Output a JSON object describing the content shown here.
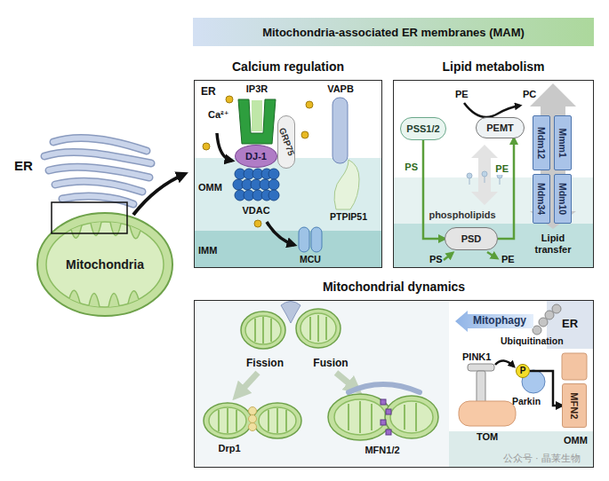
{
  "diagram": {
    "title": "Mitochondria-associated ER membranes (MAM)",
    "nodes": [
      {
        "text": [
          "Mitochondria"
        ]
      },
      {
        "text": [
          "Calcium regulation"
        ]
      },
      {
        "text": [
          "DJ-1"
        ],
        "in": 1
      },
      {
        "text": [
          "GRP75"
        ],
        "in": 1
      },
      {
        "text": [
          "Lipid metabolism"
        ]
      },
      {
        "text": [
          "PSS1/2"
        ],
        "in": 4
      },
      {
        "text": [
          "PEMT"
        ],
        "in": 4
      },
      {
        "text": [
          "PSD"
        ],
        "in": 4
      },
      {
        "text": [
          "Mdm12"
        ],
        "in": 4
      },
      {
        "text": [
          "Mmm1"
        ],
        "in": 4
      },
      {
        "text": [
          "Mdm34"
        ],
        "in": 4
      },
      {
        "text": [
          "Mdm10"
        ],
        "in": 4
      },
      {
        "text": [
          "Mitochondrial dynamics"
        ]
      },
      {
        "text": [
          "Mitophagy"
        ],
        "in": 12
      },
      {
        "text": [
          "P"
        ],
        "in": 12
      },
      {
        "text": [
          "MFN2"
        ],
        "in": 12
      }
    ],
    "edges": [
      {
        "from": 5,
        "to": 7,
        "arrow": "to",
        "label": "PS"
      },
      {
        "from": 7,
        "to": 6,
        "arrow": "to",
        "label": "PE"
      },
      {
        "from": 14,
        "to": 15,
        "arrow": "to"
      }
    ],
    "labels": [
      "ER",
      "IP3R",
      "VAPB",
      "ER",
      "Ca²⁺",
      "OMM",
      "VDAC",
      "PTPIP51",
      "IMM",
      "MCU",
      "PE",
      "PC",
      "phospholipids",
      "PS",
      "PE",
      "Lipid transfer",
      "Fission",
      "Fusion",
      "Drp1",
      "MFN1/2",
      "ER",
      "Ubiquitination",
      "PINK1",
      "Parkin",
      "TOM",
      "OMM",
      "公众号 · 晶莱生物"
    ]
  }
}
